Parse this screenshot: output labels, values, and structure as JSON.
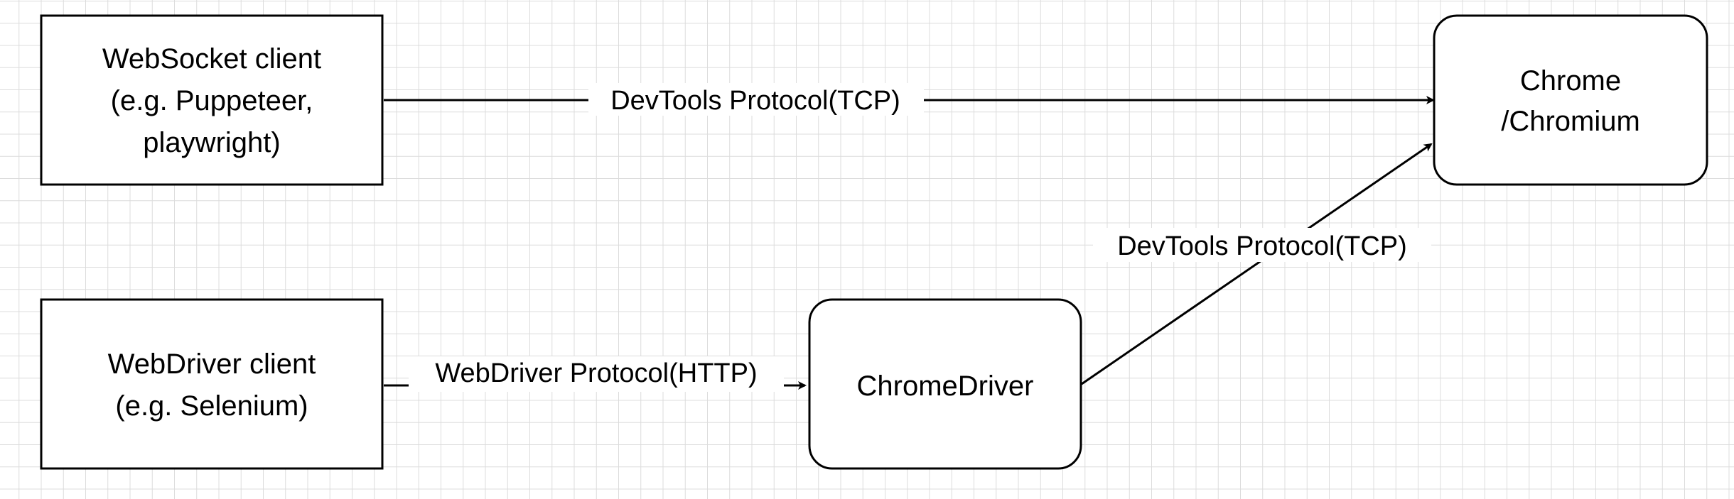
{
  "nodes": {
    "websocket_client": {
      "line1": "WebSocket client",
      "line2": "(e.g. Puppeteer,",
      "line3": "playwright)"
    },
    "webdriver_client": {
      "line1": "WebDriver client",
      "line2": "(e.g. Selenium)"
    },
    "chromedriver": {
      "label": "ChromeDriver"
    },
    "chrome": {
      "line1": "Chrome",
      "line2": "/Chromium"
    }
  },
  "edges": {
    "websocket_to_chrome": {
      "label": "DevTools Protocol(TCP)"
    },
    "webdriver_to_chromedriver": {
      "label": "WebDriver Protocol(HTTP)"
    },
    "chromedriver_to_chrome": {
      "label": "DevTools Protocol(TCP)"
    }
  },
  "colors": {
    "stroke": "#000000",
    "background": "#ffffff",
    "grid": "#dcdcdc"
  }
}
